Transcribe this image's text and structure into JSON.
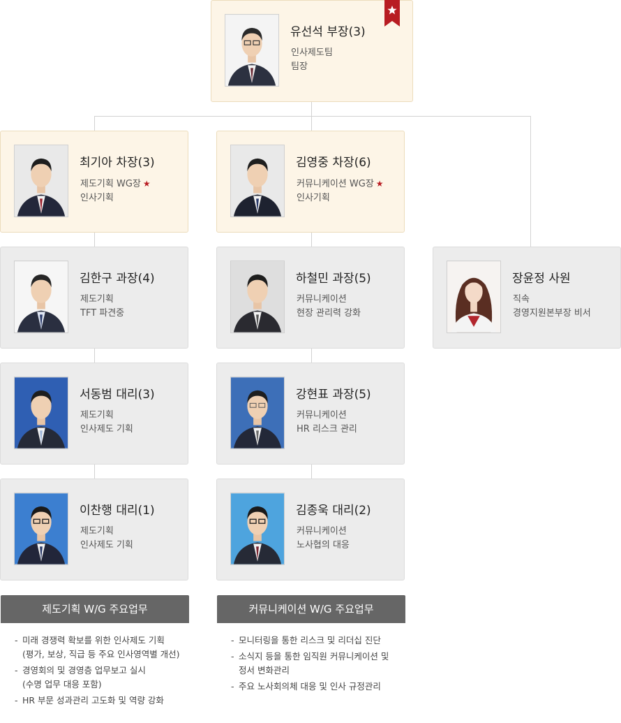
{
  "leader": {
    "name": "유선석 부장(3)",
    "lines": [
      "인사제도팀",
      "팀장"
    ]
  },
  "wg_leaders": [
    {
      "name": "최기아 차장(3)",
      "lines": [
        "제도기획 WG장",
        "인사기획"
      ]
    },
    {
      "name": "김영중 차장(6)",
      "lines": [
        "커뮤니케이션 WG장",
        "인사기획"
      ]
    }
  ],
  "star_glyph": "★",
  "left_column": [
    {
      "name": "김한구 과장(4)",
      "lines": [
        "제도기획",
        "TFT 파견중"
      ]
    },
    {
      "name": "서동범 대리(3)",
      "lines": [
        "제도기획",
        "인사제도 기획"
      ]
    },
    {
      "name": "이찬행 대리(1)",
      "lines": [
        "제도기획",
        "인사제도 기획"
      ]
    }
  ],
  "middle_column": [
    {
      "name": "하철민 과장(5)",
      "lines": [
        "커뮤니케이션",
        "현장 관리력 강화"
      ]
    },
    {
      "name": "강현표 과장(5)",
      "lines": [
        "커뮤니케이션",
        "HR 리스크 관리"
      ]
    },
    {
      "name": "김종욱 대리(2)",
      "lines": [
        "커뮤니케이션",
        "노사협의 대응"
      ]
    }
  ],
  "direct": {
    "name": "장윤정 사원",
    "lines": [
      "직속",
      "경영지원본부장 비서"
    ]
  },
  "duties": [
    {
      "title": "제도기획 W/G 주요업무",
      "items": [
        "미래 경쟁력 확보를 위한 인사제도 기획\n(평가, 보상, 직급 등 주요 인사영역별 개선)",
        "경영회의 및 경영층 업무보고 실시\n(수명 업무 대응 포함)",
        "HR 부문 성과관리 고도화 및 역량 강화"
      ]
    },
    {
      "title": "커뮤니케이션 W/G 주요업무",
      "items": [
        "모니터링을 통한 리스크 및 리더십 진단",
        "소식지 등을 통한 임직원 커뮤니케이션 및\n정서 변화관리",
        "주요 노사회의체 대응 및 인사 규정관리"
      ]
    }
  ],
  "colors": {
    "lead_card_bg": "#fdf5e7",
    "card_bg": "#ececec",
    "accent_red": "#b81c22",
    "duty_header_bg": "#666666"
  },
  "icons": {
    "ribbon": "star-ribbon-icon",
    "star": "star-icon"
  }
}
